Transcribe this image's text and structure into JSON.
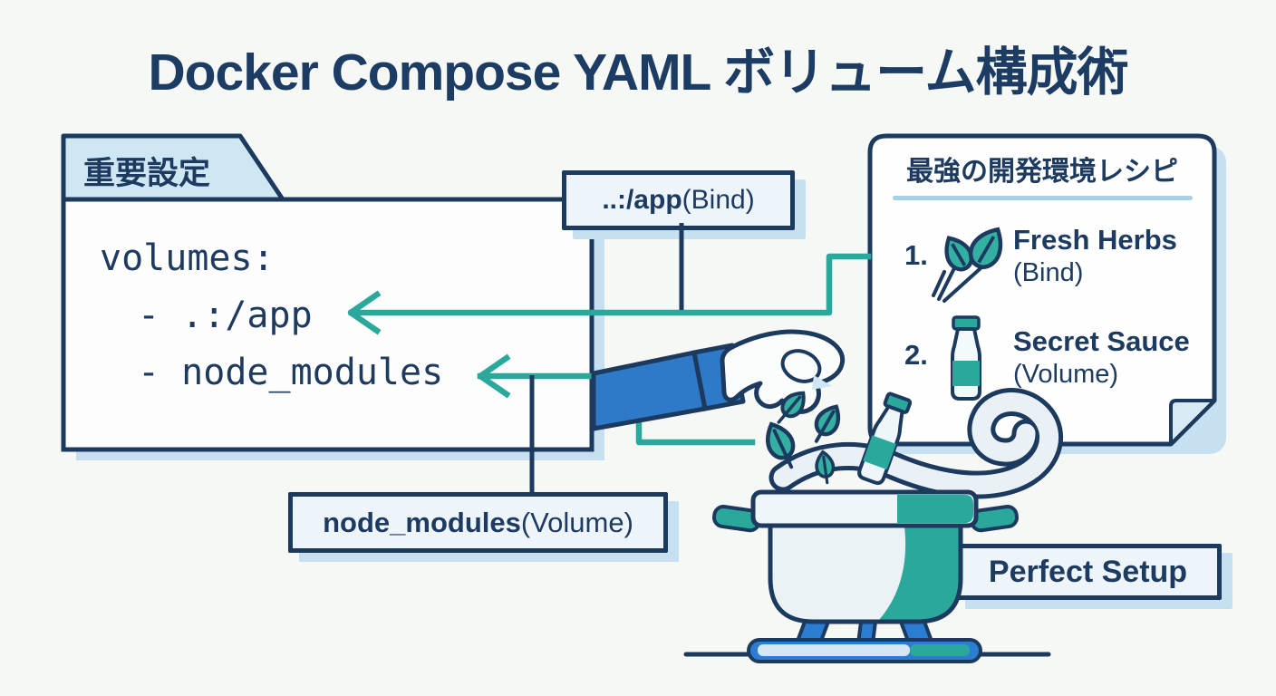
{
  "title": "Docker Compose YAML ボリューム構成術",
  "folder": {
    "tab_label": "重要設定",
    "code_lines": [
      "volumes:",
      "- .:/app",
      "- node_modules"
    ]
  },
  "labels": {
    "bind": {
      "strong": "..:/app",
      "rest": " (Bind)"
    },
    "volume": {
      "strong": "node_modules",
      "rest": " (Volume)"
    },
    "perfect": "Perfect Setup"
  },
  "recipe_card": {
    "title": "最強の開発環境レシピ",
    "items": [
      {
        "num": "1.",
        "icon": "herbs-icon",
        "name": "Fresh Herbs",
        "type": "(Bind)"
      },
      {
        "num": "2.",
        "icon": "sauce-bottle-icon",
        "name": "Secret Sauce",
        "type": "(Volume)"
      }
    ]
  },
  "icons": [
    "herbs-icon",
    "sauce-bottle-icon",
    "hand-pinching-icon",
    "sleeve-icon",
    "falling-leaves-icon",
    "falling-bottle-icon",
    "steam-swirl-icon",
    "cooking-pot-icon",
    "stove-burner-icon",
    "arrow-left-icon"
  ],
  "colors": {
    "background": "#f6f8f5",
    "navy": "#1c3a5e",
    "teal": "#2ba89c",
    "blue": "#2e7ac8",
    "light_blue_fill": "#cfe6f3",
    "box_fill": "#edf4fa",
    "shadow_blue": "#c7e0f1",
    "divider_blue": "#a9cfe7",
    "steam_fill": "#e9f0f6"
  }
}
